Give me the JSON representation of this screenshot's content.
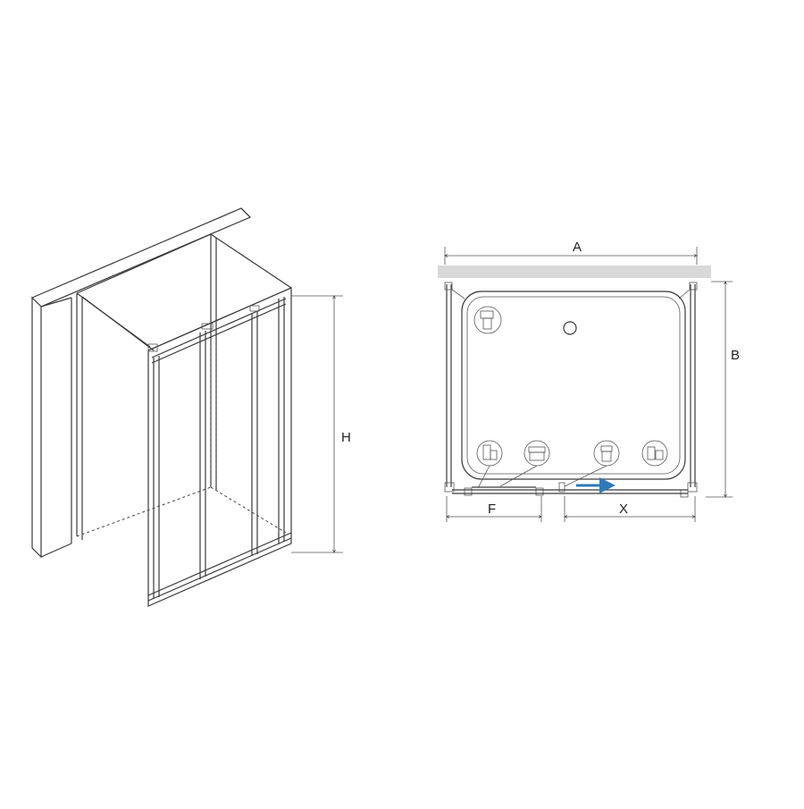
{
  "dimensions": {
    "height": "H",
    "width": "A",
    "depth": "B",
    "fixed": "F",
    "opening": "X"
  },
  "colors": {
    "line": "#3a3a3a",
    "wall": "#d9d9d9",
    "arrow": "#2e7ab8"
  },
  "icons": [
    "wc-icon",
    "sink-icon",
    "vanity-icon",
    "washbasin-icon",
    "cabinet-icon",
    "drain-icon"
  ]
}
